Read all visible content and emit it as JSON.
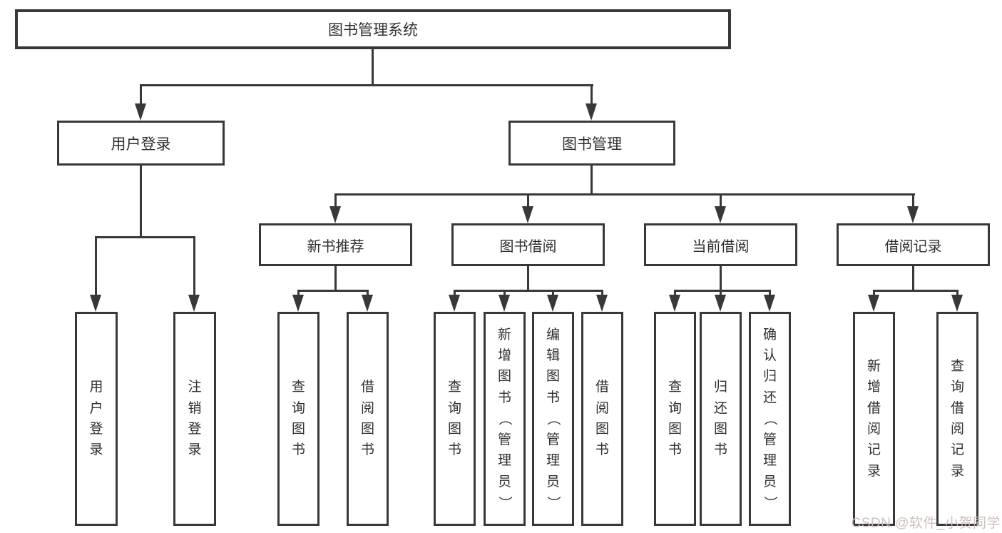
{
  "diagram": {
    "root": {
      "label": "图书管理系统"
    },
    "branches": [
      {
        "label": "用户登录",
        "children": [
          "用户登录",
          "注销登录"
        ]
      },
      {
        "label": "图书管理",
        "groups": [
          {
            "label": "新书推荐",
            "children": [
              "查询图书",
              "借阅图书"
            ]
          },
          {
            "label": "图书借阅",
            "children": [
              "查询图书",
              "新增图书（管理员）",
              "编辑图书（管理员）",
              "借阅图书"
            ]
          },
          {
            "label": "当前借阅",
            "children": [
              "查询图书",
              "归还图书",
              "确认归还（管理员）"
            ]
          },
          {
            "label": "借阅记录",
            "children": [
              "新增借阅记录",
              "查询借阅记录"
            ]
          }
        ]
      }
    ]
  },
  "watermark": {
    "text": "CSDN @软件_小贺同学"
  },
  "colors": {
    "line": "#383838",
    "text": "#2f2f2f",
    "watermark": "#cfbcbc",
    "background": "#ffffff"
  }
}
